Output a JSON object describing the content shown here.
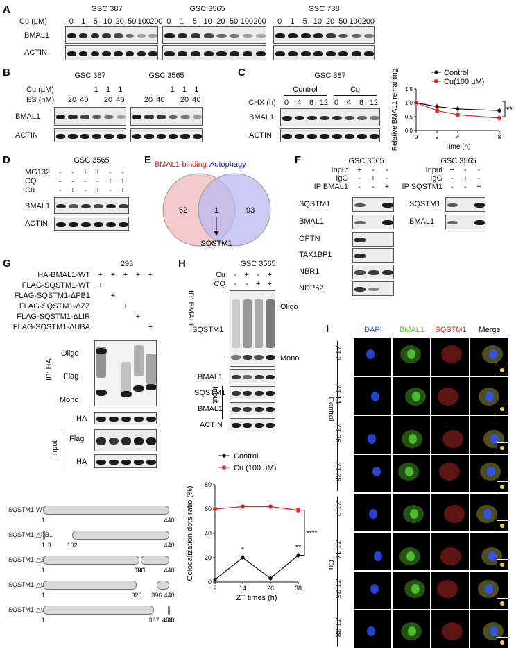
{
  "panels": {
    "A": {
      "letter": "A",
      "cu_label": "Cu (µM)",
      "cell_lines": [
        "GSC 387",
        "GSC 3565",
        "GSC 738"
      ],
      "doses": [
        "0",
        "1",
        "5",
        "10",
        "20",
        "50",
        "100",
        "200"
      ],
      "rows": [
        "BMAL1",
        "ACTIN"
      ]
    },
    "B": {
      "letter": "B",
      "cell_lines": [
        "GSC 387",
        "GSC 3565"
      ],
      "cu_label": "Cu (µM)",
      "es_label": "ES (nM)",
      "cu_vals": [
        "",
        "",
        "",
        "1",
        "1",
        "1"
      ],
      "es_vals": [
        "",
        "20",
        "40",
        "",
        "20",
        "40"
      ],
      "rows": [
        "BMAL1",
        "ACTIN"
      ]
    },
    "C": {
      "letter": "C",
      "cell_line": "GSC 387",
      "chx_label": "CHX (h)",
      "groups": [
        "Control",
        "Cu"
      ],
      "times": [
        "0",
        "4",
        "8",
        "12"
      ],
      "rows": [
        "BMAL1",
        "ACTIN"
      ]
    },
    "D": {
      "letter": "D",
      "cell_line": "GSC 3565",
      "rows_signs": [
        {
          "label": "MG132",
          "s": [
            "-",
            "-",
            "+",
            "+",
            "-",
            "-"
          ]
        },
        {
          "label": "CQ",
          "s": [
            "-",
            "-",
            "-",
            "-",
            "+",
            "+"
          ]
        },
        {
          "label": "Cu",
          "s": [
            "-",
            "+",
            "-",
            "+",
            "-",
            "+"
          ]
        }
      ],
      "rows": [
        "BMAL1",
        "ACTIN"
      ]
    },
    "E": {
      "letter": "E",
      "left_label": "BMAL1-binding",
      "right_label": "Autophagy",
      "left_count": "62",
      "overlap_count": "1",
      "right_count": "93",
      "gene": "SQSTM1"
    },
    "F": {
      "letter": "F",
      "cell_line": "GSC 3565",
      "signs_left": [
        {
          "label": "Input",
          "s": [
            "+",
            "-",
            "-"
          ]
        },
        {
          "label": "IgG",
          "s": [
            "-",
            "+",
            "-"
          ]
        },
        {
          "label": "IP BMAL1",
          "s": [
            "-",
            "-",
            "+"
          ]
        }
      ],
      "rows_left": [
        "SQSTM1",
        "BMAL1",
        "OPTN",
        "TAX1BP1",
        "NBR1",
        "NDP52"
      ],
      "signs_right": [
        {
          "label": "Input",
          "s": [
            "+",
            "-",
            "-"
          ]
        },
        {
          "label": "IgG",
          "s": [
            "-",
            "+",
            "-"
          ]
        },
        {
          "label": "IP SQSTM1",
          "s": [
            "-",
            "-",
            "+"
          ]
        }
      ],
      "rows_right": [
        "SQSTM1",
        "BMAL1"
      ]
    },
    "G": {
      "letter": "G",
      "cell_line": "293",
      "constructs": [
        {
          "label": "HA-BMAL1-WT",
          "s": [
            "+",
            "+",
            "+",
            "+",
            "+"
          ]
        },
        {
          "label": "FLAG-SQSTM1-WT",
          "s": [
            "+",
            "",
            "",
            "",
            ""
          ]
        },
        {
          "label": "FLAG-SQSTM1-ΔPB1",
          "s": [
            "",
            "+",
            "",
            "",
            ""
          ]
        },
        {
          "label": "FLAG-SQSTM1-ΔZZ",
          "s": [
            "",
            "",
            "+",
            "",
            ""
          ]
        },
        {
          "label": "FLAG-SQSTM1-ΔLIR",
          "s": [
            "",
            "",
            "",
            "+",
            ""
          ]
        },
        {
          "label": "FLAG-SQSTM1-ΔUBA",
          "s": [
            "",
            "",
            "",
            "",
            "+"
          ]
        }
      ],
      "oligo": "Oligo",
      "flag": "Flag",
      "mono": "Mono",
      "ip": "IP: HA",
      "ha": "HA",
      "input": "Input",
      "domains": [
        {
          "name": "SQSTM1-WT",
          "labels": [
            "1",
            "440"
          ]
        },
        {
          "name": "SQSTM1-△PB1",
          "labels": [
            "1",
            "3",
            "102",
            "440"
          ]
        },
        {
          "name": "SQSTM1-△ZZ",
          "labels": [
            "1",
            "336",
            "341",
            "440"
          ]
        },
        {
          "name": "SQSTM1-△LIR",
          "labels": [
            "1",
            "326",
            "396",
            "440"
          ]
        },
        {
          "name": "SQSTM1-△UBA",
          "labels": [
            "1",
            "387",
            "434",
            "440"
          ]
        }
      ]
    },
    "H": {
      "letter": "H",
      "cell_line": "GSC 3565",
      "signs": [
        {
          "label": "Cu",
          "s": [
            "-",
            "+",
            "-",
            "+"
          ]
        },
        {
          "label": "CQ",
          "s": [
            "-",
            "-",
            "+",
            "+"
          ]
        }
      ],
      "ip": "IP: BMAL1",
      "sqstm1": "SQSTM1",
      "oligo": "Oligo",
      "mono": "Mono",
      "bmal1": "BMAL1",
      "input": "Input",
      "actin": "ACTIN"
    },
    "I": {
      "letter": "I",
      "channels": [
        "DAPI",
        "BMAL1",
        "SQSTM1",
        "Merge"
      ],
      "channel_colors": [
        "#3355ff",
        "#66cc22",
        "#ee2222",
        "#111111"
      ],
      "groups": [
        "Control",
        "Cu"
      ],
      "zt": [
        "ZT 2",
        "ZT 14",
        "ZT 26",
        "ZT 38"
      ]
    }
  },
  "chart_data": [
    {
      "type": "line",
      "panel": "C",
      "ylabel": "Relative BMAL1 remaining",
      "xlabel": "Time (h)",
      "x": [
        0,
        2,
        4,
        8
      ],
      "xlim": [
        0,
        8
      ],
      "ylim": [
        0,
        1.5
      ],
      "yticks": [
        "0.0",
        "0.5",
        "1.0",
        "1.5"
      ],
      "xticks": [
        "0",
        "2",
        "4",
        "8"
      ],
      "series": [
        {
          "name": "Control",
          "color": "#111111",
          "values": [
            1.0,
            0.86,
            0.78,
            0.72
          ]
        },
        {
          "name": "Cu(100 µM)",
          "color": "#dd2222",
          "values": [
            1.0,
            0.72,
            0.57,
            0.45
          ]
        }
      ],
      "annotation": "**"
    },
    {
      "type": "line",
      "panel": "H",
      "ylabel": "Colocalization dots ratio (%)",
      "xlabel": "ZT times (h)",
      "x": [
        2,
        14,
        26,
        38
      ],
      "xlim": [
        2,
        38
      ],
      "ylim": [
        0,
        80
      ],
      "yticks": [
        "0",
        "20",
        "40",
        "60",
        "80"
      ],
      "xticks": [
        "2",
        "14",
        "26",
        "38"
      ],
      "series": [
        {
          "name": "Control",
          "color": "#111111",
          "values": [
            2,
            20,
            3,
            22
          ]
        },
        {
          "name": "Cu (100 µM)",
          "color": "#dd2222",
          "values": [
            60,
            62,
            62,
            59
          ]
        }
      ],
      "annotations": [
        "*",
        "**",
        "****"
      ]
    }
  ]
}
